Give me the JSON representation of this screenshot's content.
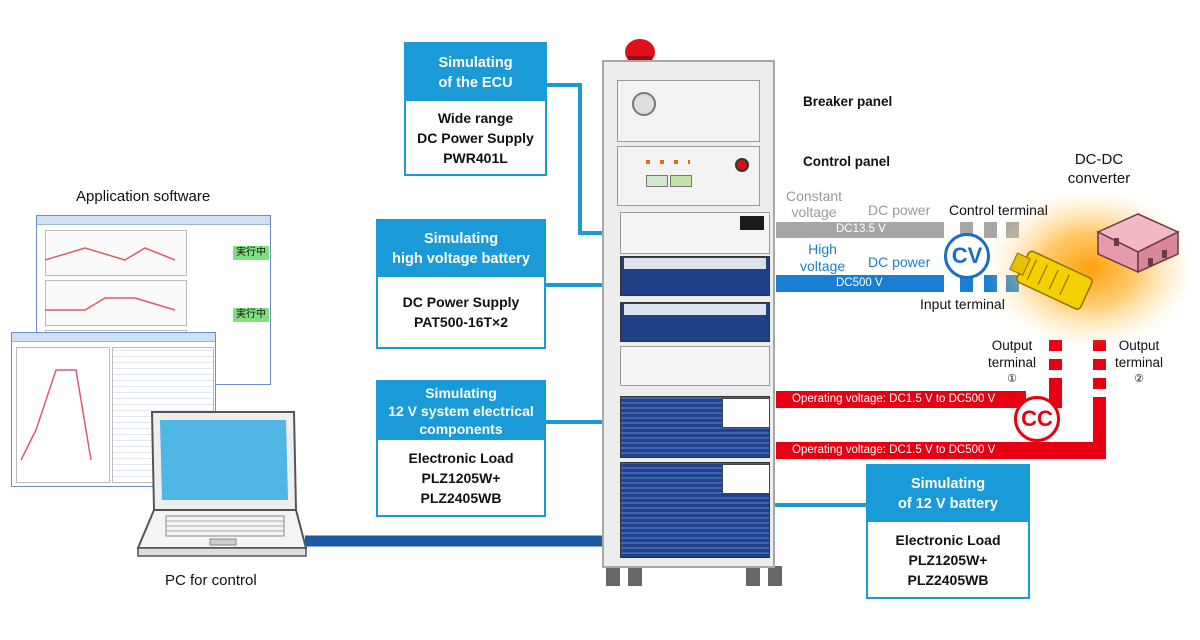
{
  "app_label": "Application software",
  "pc_label": "PC for control",
  "pc_screen": {
    "status1": "実行中",
    "status2": "実行中"
  },
  "callouts": {
    "ecu": {
      "head": [
        "Simulating",
        "of the ECU"
      ],
      "body": [
        "Wide range",
        "DC Power Supply",
        "PWR401L"
      ]
    },
    "hv_battery": {
      "head": [
        "Simulating",
        "high voltage battery"
      ],
      "body": [
        "DC Power Supply",
        "PAT500-16T×2"
      ]
    },
    "v12_components": {
      "head": [
        "Simulating",
        "12 V system electrical",
        "components"
      ],
      "body": [
        "Electronic Load",
        "PLZ1205W+",
        "PLZ2405WB"
      ]
    },
    "v12_battery": {
      "head": [
        "Simulating",
        "of 12 V battery"
      ],
      "body": [
        "Electronic Load",
        "PLZ1205W+",
        "PLZ2405WB"
      ]
    }
  },
  "panels": {
    "breaker": "Breaker panel",
    "control": "Control panel"
  },
  "converter": {
    "title": [
      "DC-DC",
      "converter"
    ]
  },
  "labels": {
    "constant_voltage": [
      "Constant",
      "voltage"
    ],
    "high_voltage": [
      "High",
      "voltage"
    ],
    "dc_power_top": "DC power",
    "dc_power_mid": "DC power",
    "control_terminal": "Control terminal",
    "input_terminal": "Input terminal",
    "output_terminal_1": [
      "Output",
      "terminal",
      "①"
    ],
    "output_terminal_2": [
      "Output",
      "terminal",
      "②"
    ],
    "bar_dc13": "DC13.5 V",
    "bar_dc500": "DC500 V",
    "bar_op1": "Operating voltage: DC1.5 V to DC500 V",
    "bar_op2": "Operating voltage: DC1.5 V to DC500 V"
  },
  "badges": {
    "cv": "CV",
    "cc": "CC"
  },
  "colors": {
    "blue_callout": "#1a9ad6",
    "gray_bar": "#a6a6a6",
    "blue_bar": "#1a7fd1",
    "red_bar": "#e60012",
    "rack_blue": "#1f3f86"
  }
}
